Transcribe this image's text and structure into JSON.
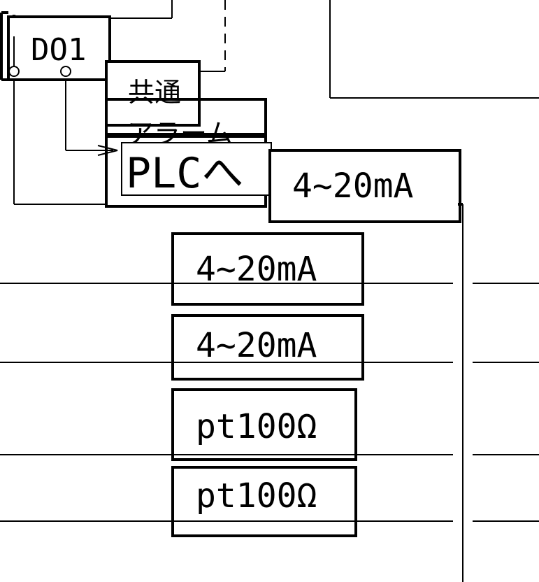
{
  "diagram": {
    "labels": {
      "do1": "DO1",
      "kyotsu": "共通",
      "alarm": "アラーム",
      "plc_he": "PLCへ",
      "signal_top": "4~20mA",
      "signal_1": "4~20mA",
      "signal_2": "4~20mA",
      "signal_3": "pt100Ω",
      "signal_4": "pt100Ω"
    }
  }
}
